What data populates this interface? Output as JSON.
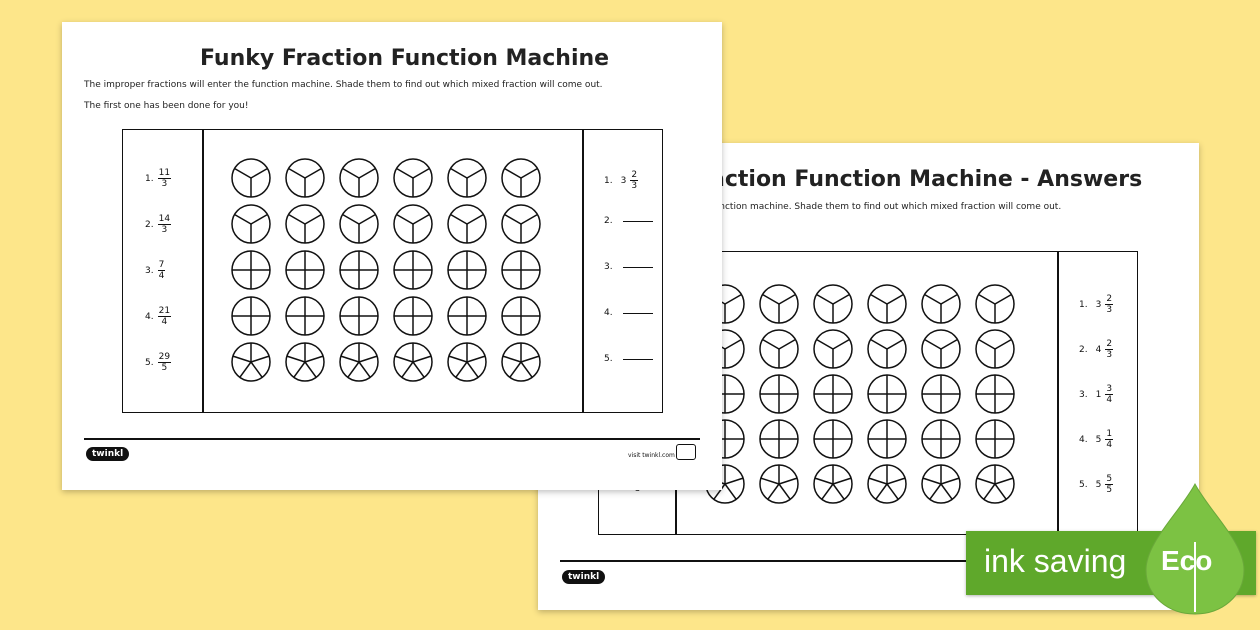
{
  "worksheet": {
    "title": "Funky Fraction Function Machine",
    "instruction": "The improper fractions will enter the function machine. Shade them to find out which mixed fraction will come out.",
    "hint": "The first one has been done for you!",
    "questions": [
      {
        "num": "1.",
        "n": "11",
        "d": "3"
      },
      {
        "num": "2.",
        "n": "14",
        "d": "3"
      },
      {
        "num": "3.",
        "n": "7",
        "d": "4"
      },
      {
        "num": "4.",
        "n": "21",
        "d": "4"
      },
      {
        "num": "5.",
        "n": "29",
        "d": "5"
      }
    ],
    "row_parts": [
      3,
      3,
      4,
      4,
      5
    ],
    "answers": [
      {
        "num": "1.",
        "whole": "3",
        "n": "2",
        "d": "3"
      },
      {
        "num": "2.",
        "whole": "",
        "n": "",
        "d": ""
      },
      {
        "num": "3.",
        "whole": "",
        "n": "",
        "d": ""
      },
      {
        "num": "4.",
        "whole": "",
        "n": "",
        "d": ""
      },
      {
        "num": "5.",
        "whole": "",
        "n": "",
        "d": ""
      }
    ],
    "logo": "twinkl",
    "visit": "visit twinkl.com"
  },
  "answer_sheet": {
    "title_visible": "action Function Machine - Answers",
    "instruction_visible": "e function machine. Shade them to find out which mixed fraction will come out.",
    "left_peek": "5",
    "answers": [
      {
        "num": "1.",
        "whole": "3",
        "n": "2",
        "d": "3"
      },
      {
        "num": "2.",
        "whole": "4",
        "n": "2",
        "d": "3"
      },
      {
        "num": "3.",
        "whole": "1",
        "n": "3",
        "d": "4"
      },
      {
        "num": "4.",
        "whole": "5",
        "n": "1",
        "d": "4"
      },
      {
        "num": "5.",
        "whole": "5",
        "n": "5",
        "d": "5"
      }
    ],
    "logo": "twinkl"
  },
  "eco_badge": {
    "text": "ink saving",
    "label": "Eco",
    "colors": {
      "banner": "#5fa82b",
      "drop": "#7cc243"
    }
  }
}
